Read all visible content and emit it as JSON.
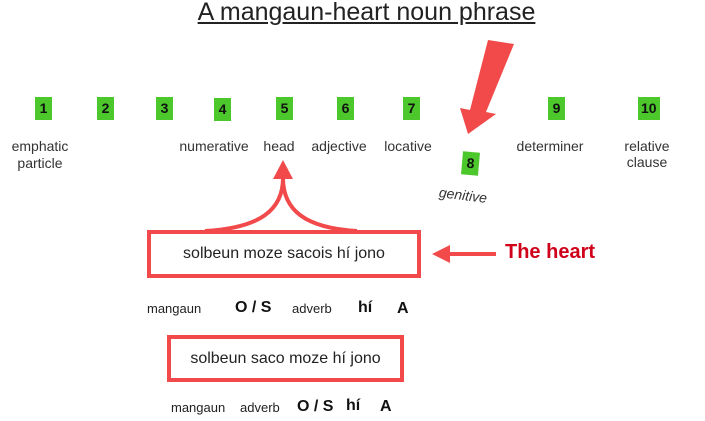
{
  "title": "A mangaun-heart noun phrase",
  "slots": [
    {
      "num": "1",
      "label": "emphatic particle"
    },
    {
      "num": "2",
      "label": ""
    },
    {
      "num": "3",
      "label": ""
    },
    {
      "num": "4",
      "label": "numerative"
    },
    {
      "num": "5",
      "label": "head"
    },
    {
      "num": "6",
      "label": "adjective"
    },
    {
      "num": "7",
      "label": "locative"
    },
    {
      "num": "8",
      "label": "genitive"
    },
    {
      "num": "9",
      "label": "determiner"
    },
    {
      "num": "10",
      "label": "relative clause"
    }
  ],
  "emphatic_line1": "emphatic",
  "emphatic_line2": "particle",
  "heart_label": "The heart",
  "example1": {
    "phrase": "solbeun moze sacois hí jono",
    "gloss": [
      "mangaun",
      "O / S",
      "adverb",
      "hí",
      "A"
    ]
  },
  "example2": {
    "phrase": "solbeun saco moze hí jono",
    "gloss": [
      "mangaun",
      "adverb",
      "O / S",
      "hí",
      "A"
    ]
  },
  "colors": {
    "accent": "#f24a4a",
    "badge": "#4cc72c",
    "heart_text": "#d0021b"
  }
}
